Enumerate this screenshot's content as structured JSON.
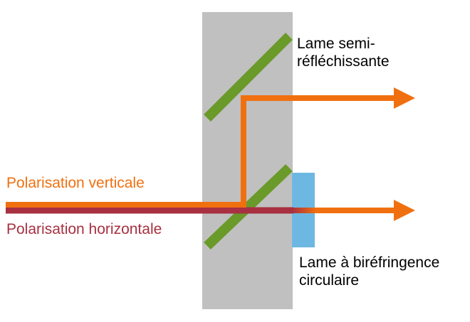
{
  "labels": {
    "semi_reflecting_plate": [
      "Lame semi-",
      "réfléchissante"
    ],
    "circular_birefringence_plate": [
      "Lame à biréfringence",
      "circulaire"
    ],
    "vertical_polarization": "Polarisation verticale",
    "horizontal_polarization": "Polarisation horizontale"
  },
  "colors": {
    "block": "#c0c0c0",
    "mirror": "#6a9a2a",
    "vertical_beam": "#f07010",
    "horizontal_beam": "#a83040",
    "birefringent_plate": "#6db8e2",
    "text": "#000000"
  }
}
